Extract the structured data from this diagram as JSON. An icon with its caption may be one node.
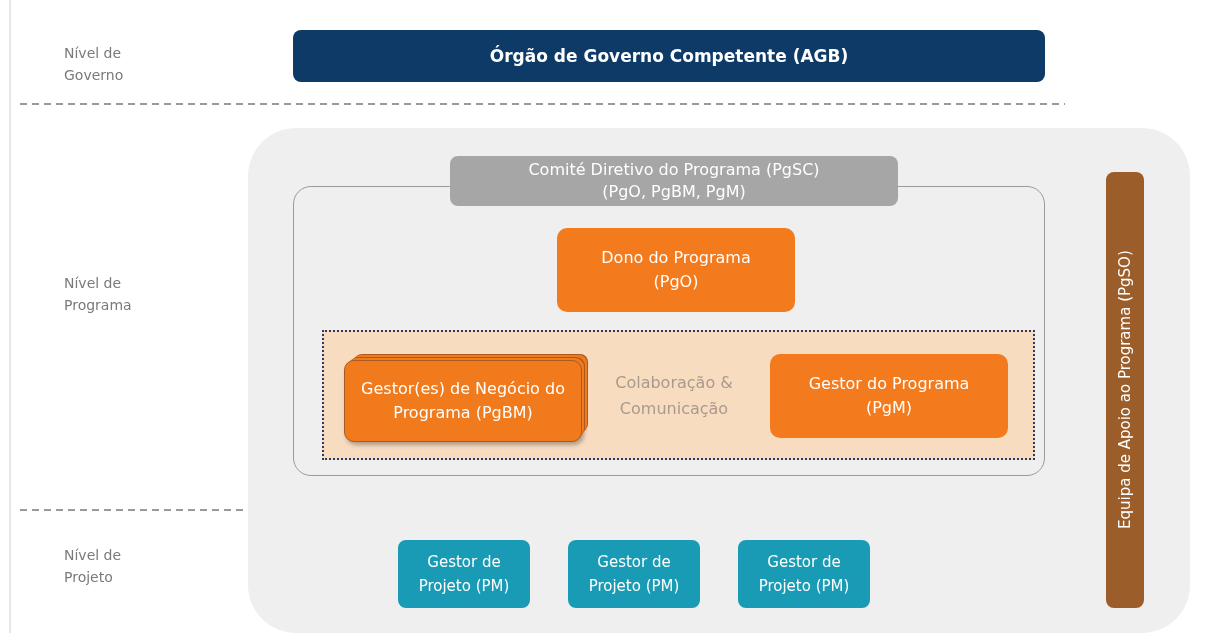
{
  "diagram": {
    "nodes": [
      {
        "text": [
          "Órgão de Governo Competente (AGB)"
        ]
      },
      {
        "text": [],
        "shape": "box"
      },
      {
        "text": [
          "Comité Diretivo do Programa (PgSC) (PgO, PgBM, PgM)"
        ],
        "in": 1
      },
      {
        "text": [
          "Dono do Programa (PgO)"
        ],
        "in": 2
      },
      {
        "text": [
          "Colaboração & Comunicação"
        ],
        "in": 2
      },
      {
        "text": [
          "Gestor(es) de Negócio do Programa (PgBM)"
        ],
        "in": 4
      },
      {
        "text": [
          "Gestor do Programa (PgM)"
        ],
        "in": 4
      },
      {
        "text": [
          "Gestor de Projeto (PM)"
        ],
        "in": 1
      },
      {
        "text": [
          "Gestor de Projeto (PM)"
        ],
        "in": 1
      },
      {
        "text": [
          "Gestor de Projeto (PM)"
        ],
        "in": 1
      },
      {
        "text": [
          "Equipa de Apoio ao Programa (PgSO)"
        ],
        "in": 1
      }
    ],
    "labels": [
      "Nível de Governo",
      "Nível de Programa",
      "Nível de Projeto"
    ]
  }
}
